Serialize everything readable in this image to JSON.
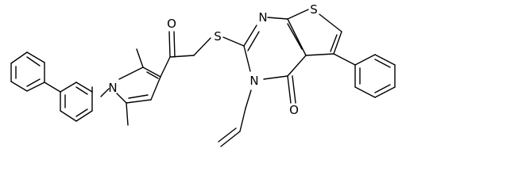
{
  "atom_labels": {
    "n_pyrrole": "N",
    "o_ketone": "O",
    "s_thioether": "S",
    "n_pyrimidine_top": "N",
    "s_thiophene": "S",
    "n_pyrimidine_bottom": "N",
    "o_carbonyl": "O"
  },
  "colors": {
    "ink": "#000000",
    "background": "#ffffff"
  }
}
